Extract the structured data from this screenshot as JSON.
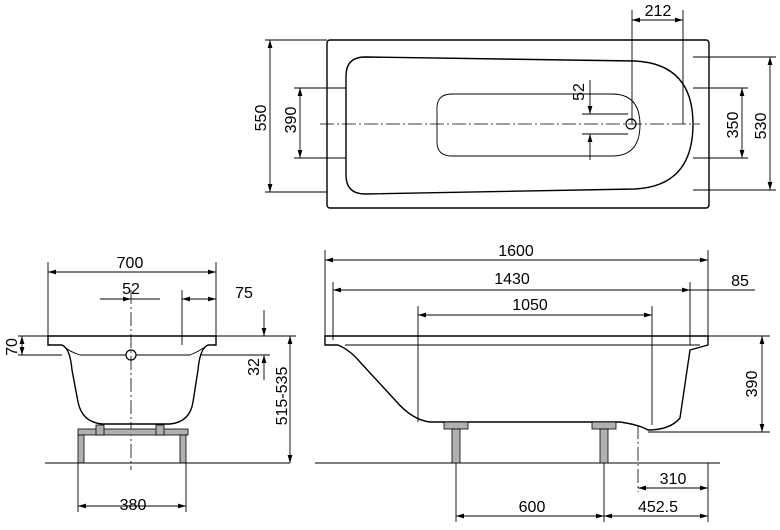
{
  "top_view": {
    "dim_212": "212",
    "dim_52": "52",
    "dim_550": "550",
    "dim_390": "390",
    "dim_350": "350",
    "dim_530": "530"
  },
  "end_view": {
    "dim_700": "700",
    "dim_52": "52",
    "dim_75": "75",
    "dim_70": "70",
    "dim_32": "32",
    "dim_height": "515-535",
    "dim_380": "380"
  },
  "side_view": {
    "dim_1600": "1600",
    "dim_1430": "1430",
    "dim_85": "85",
    "dim_1050": "1050",
    "dim_390": "390",
    "dim_310": "310",
    "dim_600": "600",
    "dim_4525": "452.5"
  }
}
